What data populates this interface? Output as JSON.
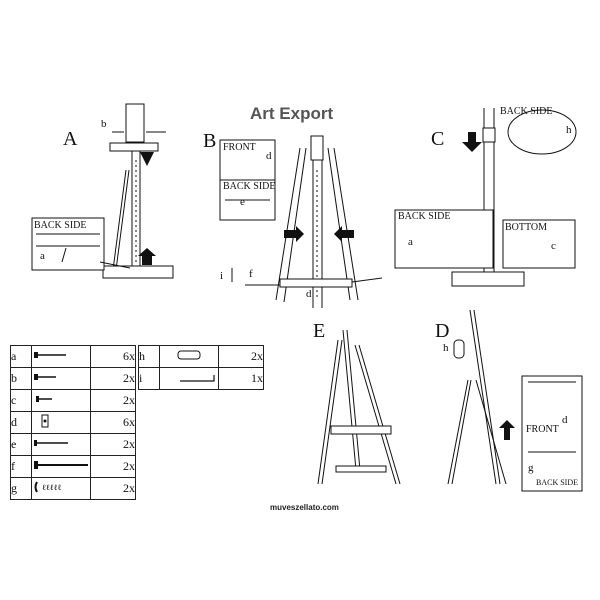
{
  "title": "Art Export",
  "website": "muveszellato.com",
  "steps": [
    "A",
    "B",
    "C",
    "D",
    "E"
  ],
  "labels": {
    "back_side": "BACK SIDE",
    "front": "FRONT",
    "bottom": "BOTTOM",
    "a": "a",
    "b": "b",
    "c": "c",
    "d": "d",
    "e": "e",
    "f": "f",
    "g": "g",
    "h": "h",
    "i": "i"
  },
  "parts_left": [
    {
      "key": "a",
      "qty": "6x",
      "icon": "long-screw-icon"
    },
    {
      "key": "b",
      "qty": "2x",
      "icon": "short-screw-icon"
    },
    {
      "key": "c",
      "qty": "2x",
      "icon": "small-bolt-icon"
    },
    {
      "key": "d",
      "qty": "6x",
      "icon": "bracket-icon"
    },
    {
      "key": "e",
      "qty": "2x",
      "icon": "long-bolt-icon"
    },
    {
      "key": "f",
      "qty": "2x",
      "icon": "rod-icon"
    },
    {
      "key": "g",
      "qty": "2x",
      "icon": "nut-set-icon"
    }
  ],
  "parts_right": [
    {
      "key": "h",
      "qty": "2x",
      "icon": "knob-icon"
    },
    {
      "key": "i",
      "qty": "1x",
      "icon": "hex-key-icon"
    }
  ]
}
